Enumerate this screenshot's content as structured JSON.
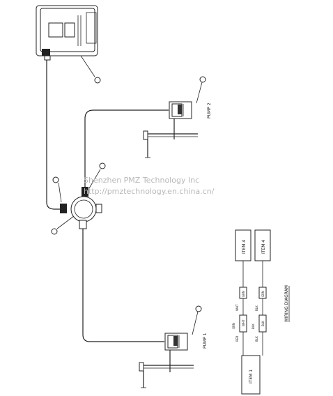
{
  "watermark": {
    "line1": "Shenzhen PMZ Technology Inc",
    "line2": "http://pmztechnology.en.china.cn/"
  },
  "pumps": {
    "pump1_label": "PUMP 1",
    "pump2_label": "PUMP 2"
  },
  "wiring": {
    "title": "WIRING DIAGRAM",
    "item1": "ITEM 1",
    "item4a": "ITEM 4",
    "item4b": "ITEM 4",
    "conn_top_a": "GRN",
    "conn_top_b": "GRN",
    "wire_a1": "WHT",
    "wire_a2": "WHT",
    "wire_a3": "RED",
    "wire_b1": "BLK",
    "wire_b2": "BLK",
    "wire_b3": "BLK",
    "conn_bottom_a": "GRN",
    "conn_bottom_b": "BLK"
  }
}
